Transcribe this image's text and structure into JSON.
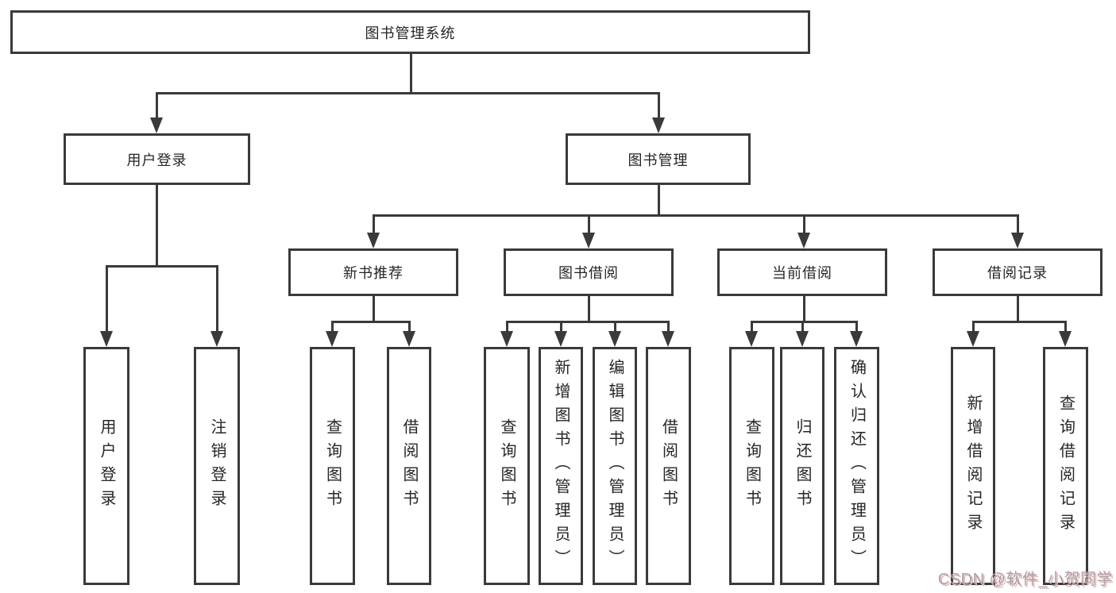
{
  "colors": {
    "line": "#3a3a3a",
    "text": "#262626",
    "watermark": "#a3a3a7",
    "watermark_shadow": "#eeb4b4",
    "background": "#ffffff"
  },
  "tree": {
    "label": "图书管理系统",
    "children": [
      {
        "label": "用户登录",
        "children": [
          {
            "label": "用户登录"
          },
          {
            "label": "注销登录"
          }
        ]
      },
      {
        "label": "图书管理",
        "children": [
          {
            "label": "新书推荐",
            "children": [
              {
                "label": "查询图书"
              },
              {
                "label": "借阅图书"
              }
            ]
          },
          {
            "label": "图书借阅",
            "children": [
              {
                "label": "查询图书"
              },
              {
                "label": "新增图书（管理员）"
              },
              {
                "label": "编辑图书（管理员）"
              },
              {
                "label": "借阅图书"
              }
            ]
          },
          {
            "label": "当前借阅",
            "children": [
              {
                "label": "查询图书"
              },
              {
                "label": "归还图书"
              },
              {
                "label": "确认归还（管理员）"
              }
            ]
          },
          {
            "label": "借阅记录",
            "children": [
              {
                "label": "新增借阅记录"
              },
              {
                "label": "查询借阅记录"
              }
            ]
          }
        ]
      }
    ]
  },
  "watermark": {
    "text": "CSDN @软件_小贺同学"
  }
}
